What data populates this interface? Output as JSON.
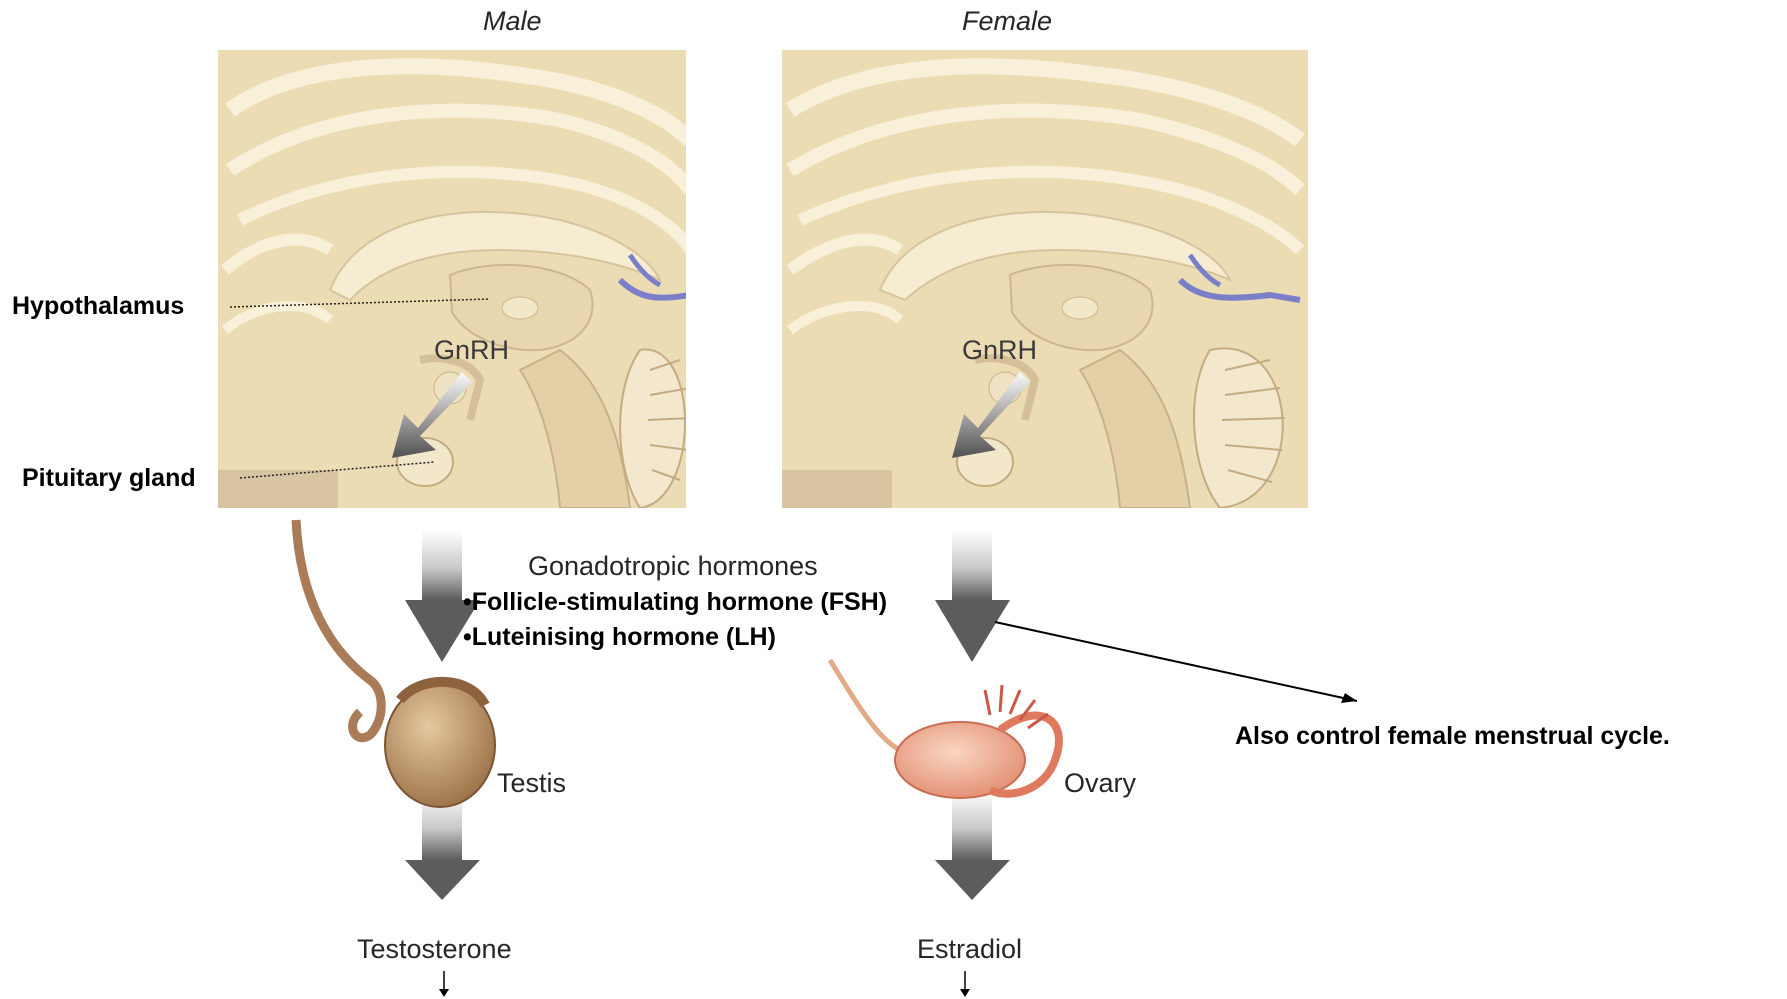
{
  "header": {
    "male_label": "Male",
    "female_label": "Female"
  },
  "labels": {
    "hypothalamus": "Hypothalamus",
    "pituitary": "Pituitary gland",
    "gnrh_male": "GnRH",
    "gnrh_female": "GnRH",
    "gonadotropic": "Gonadotropic hormones",
    "fsh": "•Follicle-stimulating hormone (FSH)",
    "lh": "•Luteinising hormone (LH)",
    "note": "Also control female menstrual cycle.",
    "testis": "Testis",
    "ovary": "Ovary",
    "testosterone": "Testosterone",
    "estradiol": "Estradiol"
  },
  "colors": {
    "brain_bg": "#ecdcb4",
    "brain_fold": "#f8f0d8",
    "brain_shadow": "#c8b28a",
    "vessel": "#7b7fc8",
    "arrow_dark": "#606060",
    "arrow_light": "#f0f0f0",
    "testis": "#c49a68",
    "ovary": "#f2b49a"
  }
}
